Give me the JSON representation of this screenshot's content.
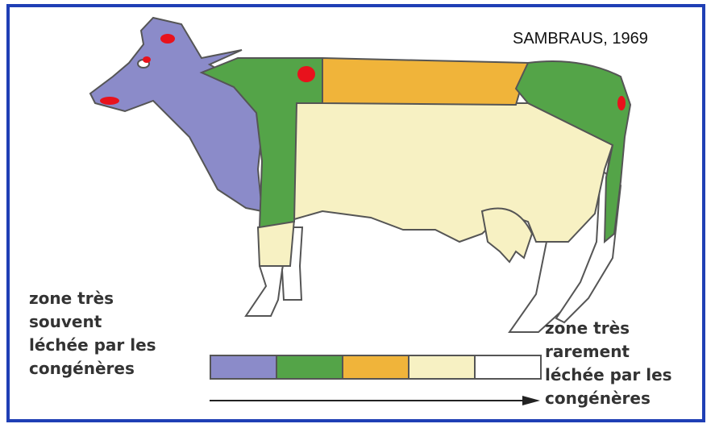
{
  "citation": "SAMBRAUS, 1969",
  "legend": {
    "left_label": [
      "zone très",
      "souvent",
      "léchée par les",
      "congénères"
    ],
    "right_label": [
      "zone très",
      "rarement",
      "léchée par les",
      "congénères"
    ]
  },
  "scale_colors": [
    "#8b8bc9",
    "#54a448",
    "#f0b43a",
    "#f7f1c3",
    "#ffffff"
  ],
  "zone_colors": {
    "purple": "#8b8bc9",
    "green": "#54a448",
    "orange": "#f0b43a",
    "cream": "#f7f1c3",
    "white": "#ffffff",
    "spot": "#e8121c"
  }
}
